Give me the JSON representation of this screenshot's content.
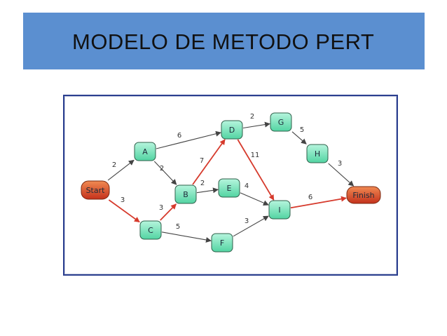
{
  "slide": {
    "title": "MODELO DE METODO PERT"
  },
  "diagram": {
    "nodes": [
      {
        "id": "start",
        "label": "Start",
        "kind": "terminal"
      },
      {
        "id": "A",
        "label": "A",
        "kind": "activity"
      },
      {
        "id": "B",
        "label": "B",
        "kind": "activity"
      },
      {
        "id": "C",
        "label": "C",
        "kind": "activity"
      },
      {
        "id": "D",
        "label": "D",
        "kind": "activity"
      },
      {
        "id": "E",
        "label": "E",
        "kind": "activity"
      },
      {
        "id": "F",
        "label": "F",
        "kind": "activity"
      },
      {
        "id": "G",
        "label": "G",
        "kind": "activity"
      },
      {
        "id": "H",
        "label": "H",
        "kind": "activity"
      },
      {
        "id": "I",
        "label": "I",
        "kind": "activity"
      },
      {
        "id": "finish",
        "label": "Finish",
        "kind": "terminal"
      }
    ],
    "edges": [
      {
        "from": "start",
        "to": "A",
        "weight": "2",
        "critical": false
      },
      {
        "from": "start",
        "to": "C",
        "weight": "3",
        "critical": true
      },
      {
        "from": "A",
        "to": "D",
        "weight": "6",
        "critical": false
      },
      {
        "from": "A",
        "to": "B",
        "weight": "2",
        "critical": false
      },
      {
        "from": "C",
        "to": "B",
        "weight": "3",
        "critical": true
      },
      {
        "from": "C",
        "to": "F",
        "weight": "5",
        "critical": false
      },
      {
        "from": "B",
        "to": "D",
        "weight": "7",
        "critical": true
      },
      {
        "from": "B",
        "to": "E",
        "weight": "2",
        "critical": false
      },
      {
        "from": "D",
        "to": "G",
        "weight": "2",
        "critical": false
      },
      {
        "from": "D",
        "to": "I",
        "weight": "11",
        "critical": true
      },
      {
        "from": "E",
        "to": "I",
        "weight": "4",
        "critical": false
      },
      {
        "from": "F",
        "to": "I",
        "weight": "3",
        "critical": false
      },
      {
        "from": "G",
        "to": "H",
        "weight": "5",
        "critical": false
      },
      {
        "from": "H",
        "to": "finish",
        "weight": "3",
        "critical": false
      },
      {
        "from": "I",
        "to": "finish",
        "weight": "6",
        "critical": true
      }
    ],
    "colors": {
      "activity_fill": "#7ee8c0",
      "terminal_fill": "#e0502a",
      "normal_edge": "#444444",
      "critical_edge": "#d63a2c"
    }
  }
}
